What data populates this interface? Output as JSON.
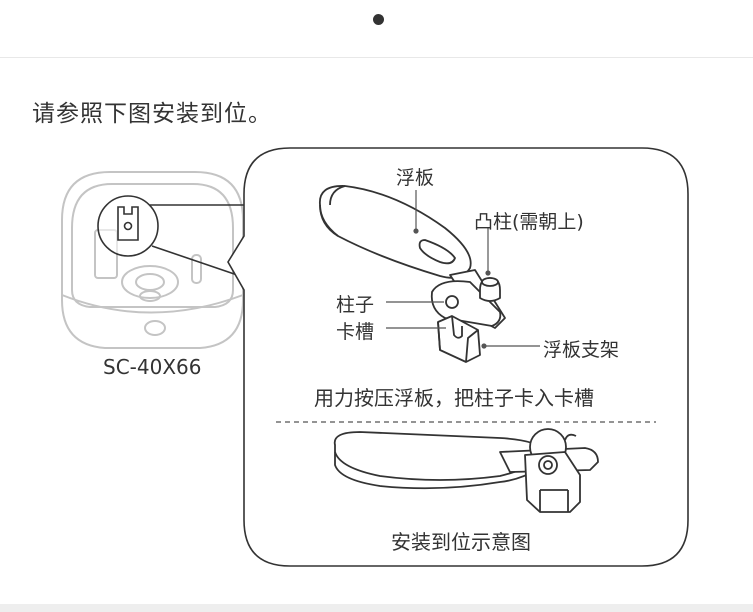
{
  "pager": {
    "current": 1
  },
  "instruction": "请参照下图安装到位。",
  "model": "SC-40X66",
  "labels": {
    "float_plate": "浮板",
    "boss_post": "凸柱(需朝上)",
    "post": "柱子",
    "slot": "卡槽",
    "float_bracket": "浮板支架",
    "step_text": "用力按压浮板，把柱子卡入卡槽",
    "result_caption": "安装到位示意图"
  },
  "icons": {
    "pager": "pager-dot-icon"
  }
}
